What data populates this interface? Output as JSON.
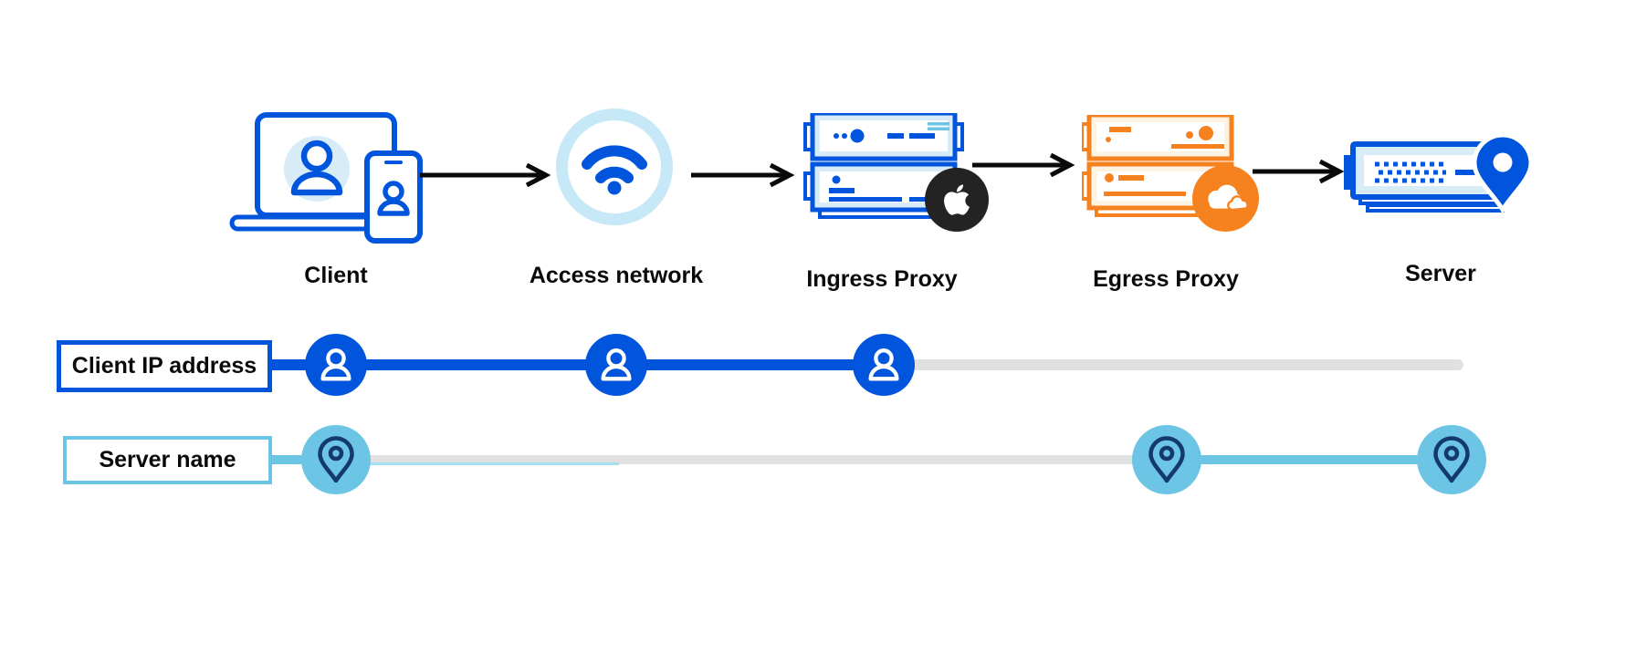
{
  "diagram": {
    "nodes": [
      {
        "id": "client",
        "label": "Client",
        "icon": "laptop-phone-user-icon"
      },
      {
        "id": "access-network",
        "label": "Access network",
        "icon": "wifi-icon"
      },
      {
        "id": "ingress-proxy",
        "label": "Ingress Proxy",
        "icon": "server-stack-icon",
        "badge": "apple-logo"
      },
      {
        "id": "egress-proxy",
        "label": "Egress Proxy",
        "icon": "server-stack-icon",
        "badge": "cloudflare-logo"
      },
      {
        "id": "server",
        "label": "Server",
        "icon": "server-location-icon"
      }
    ],
    "flow_order": [
      "Client",
      "Access network",
      "Ingress Proxy",
      "Egress Proxy",
      "Server"
    ],
    "tracks": [
      {
        "label": "Client IP address",
        "marker": "person",
        "color": "#0055DC",
        "visible_at": [
          "Client",
          "Access network",
          "Ingress Proxy"
        ]
      },
      {
        "label": "Server name",
        "marker": "location-pin",
        "color": "#6CC5E4",
        "visible_at": [
          "Client",
          "Egress Proxy",
          "Server"
        ]
      }
    ]
  },
  "colors": {
    "blue": "#0055DC",
    "sky": "#6CC5E4",
    "pale-blue": "#D8ECF8",
    "pale-sky": "#C6E8F7",
    "orange": "#F6821F",
    "pale-orange": "#FDF3E2",
    "navy": "#14396F",
    "gray": "#E0E0E0",
    "ink": "#0A0A0A",
    "badge-dark": "#232323"
  }
}
